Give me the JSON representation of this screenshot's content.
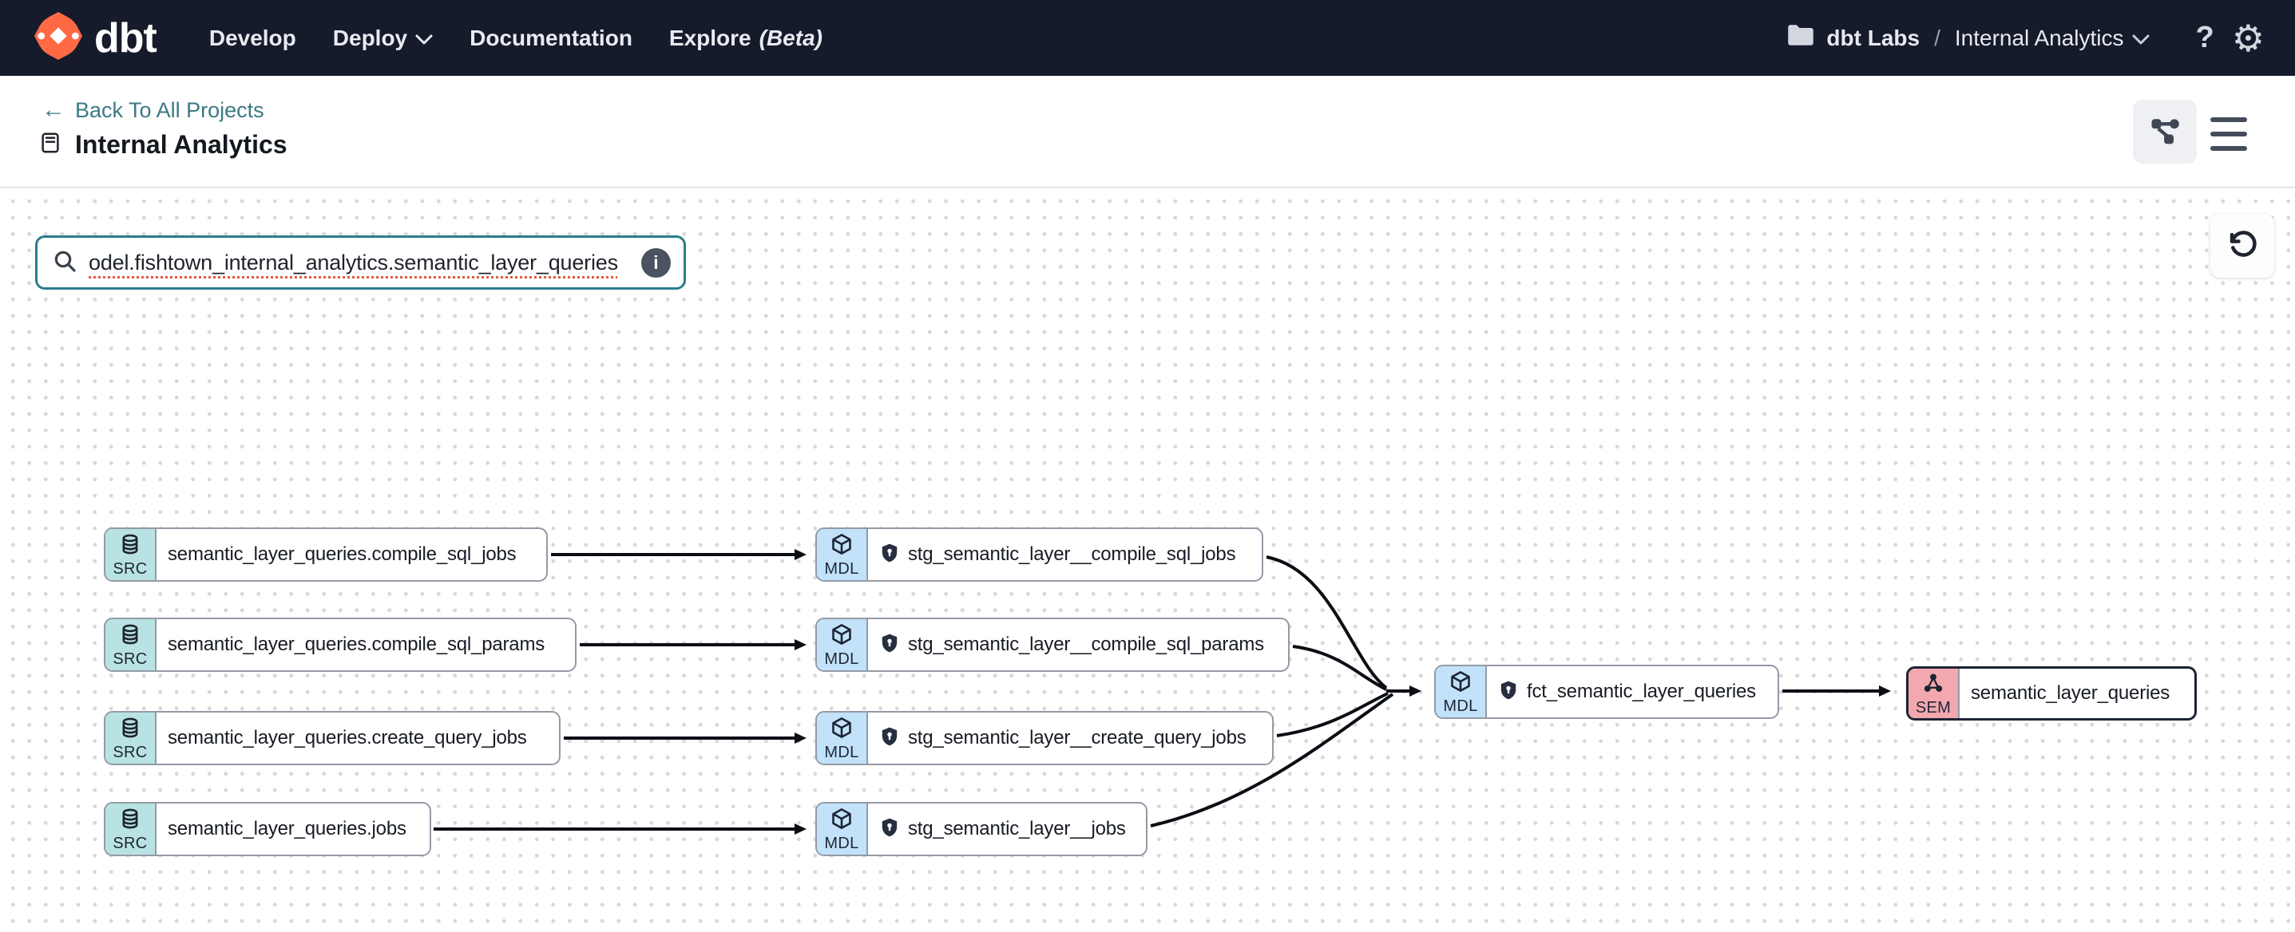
{
  "nav": {
    "brand": "dbt",
    "items": [
      {
        "label": "Develop"
      },
      {
        "label": "Deploy"
      },
      {
        "label": "Documentation"
      },
      {
        "label": "Explore"
      }
    ],
    "explore_suffix": "(Beta)",
    "account": "dbt Labs",
    "separator": "/",
    "project": "Internal Analytics",
    "help_label": "?",
    "gear_glyph": "⚙"
  },
  "header": {
    "back_arrow": "←",
    "back_link": "Back To All Projects",
    "title": "Internal Analytics"
  },
  "toolbar": {
    "search_value": "odel.fishtown_internal_analytics.semantic_layer_queries",
    "info_glyph": "i"
  },
  "graph": {
    "nodes": [
      {
        "type": "source",
        "badge": "SRC",
        "label": "semantic_layer_queries.compile_sql_jobs"
      },
      {
        "type": "source",
        "badge": "SRC",
        "label": "semantic_layer_queries.compile_sql_params"
      },
      {
        "type": "source",
        "badge": "SRC",
        "label": "semantic_layer_queries.create_query_jobs"
      },
      {
        "type": "source",
        "badge": "SRC",
        "label": "semantic_layer_queries.jobs"
      },
      {
        "type": "model",
        "badge": "MDL",
        "label": "stg_semantic_layer__compile_sql_jobs",
        "protected": true
      },
      {
        "type": "model",
        "badge": "MDL",
        "label": "stg_semantic_layer__compile_sql_params",
        "protected": true
      },
      {
        "type": "model",
        "badge": "MDL",
        "label": "stg_semantic_layer__create_query_jobs",
        "protected": true
      },
      {
        "type": "model",
        "badge": "MDL",
        "label": "stg_semantic_layer__jobs",
        "protected": true
      },
      {
        "type": "model",
        "badge": "MDL",
        "label": "fct_semantic_layer_queries",
        "protected": true
      },
      {
        "type": "semantic",
        "badge": "SEM",
        "label": "semantic_layer_queries",
        "selected": true
      }
    ]
  },
  "colors": {
    "nav_bg": "#161b2b",
    "accent_orange": "#ff6944",
    "link_teal": "#3b7a85",
    "search_border": "#2b7d8b",
    "badge_src": "#b9e3e2",
    "badge_mdl": "#c2e2f9",
    "badge_sem": "#f3a7ae",
    "node_border": "#939aa6",
    "selected_border": "#1c2434",
    "edge": "#0b0e14"
  }
}
